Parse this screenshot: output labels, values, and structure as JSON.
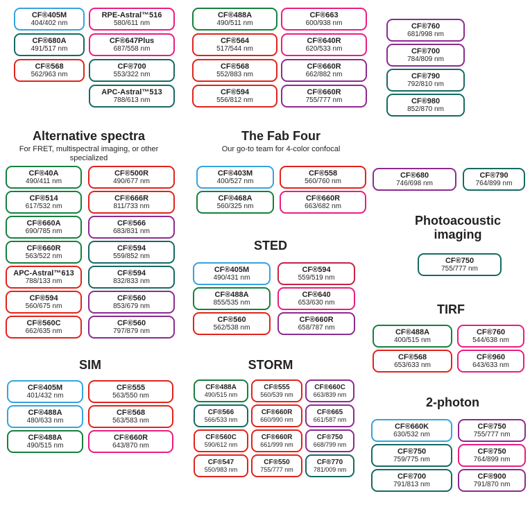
{
  "colors": {
    "blue": "#35a3dd",
    "teal": "#156a62",
    "green": "#15803d",
    "red": "#e0231c",
    "pink": "#ea1d7f",
    "purple": "#8c2a90",
    "crimson": "#c62245"
  },
  "top": {
    "col1": [
      {
        "name": "CF®405M",
        "value": "404/402 nm",
        "color": "blue"
      },
      {
        "name": "CF®680A",
        "value": "491/517 nm",
        "color": "teal"
      },
      {
        "name": "CF®568",
        "value": "562/963 nm",
        "color": "red"
      }
    ],
    "col2": [
      {
        "name": "RPE-Astral™516",
        "value": "580/611 nm",
        "color": "pink"
      },
      {
        "name": "CF®647Plus",
        "value": "687/558 nm",
        "color": "pink"
      },
      {
        "name": "CF®700",
        "value": "553/322 nm",
        "color": "teal"
      },
      {
        "name": "APC-Astral™513",
        "value": "788/613 nm",
        "color": "teal"
      }
    ],
    "col3": [
      {
        "name": "CF®488A",
        "value": "490/511 nm",
        "color": "green"
      },
      {
        "name": "CF®564",
        "value": "517/544 nm",
        "color": "red"
      },
      {
        "name": "CF®568",
        "value": "552/883 nm",
        "color": "red"
      },
      {
        "name": "CF®594",
        "value": "556/812 nm",
        "color": "red"
      }
    ],
    "col4": [
      {
        "name": "CF®663",
        "value": "600/938 nm",
        "color": "pink"
      },
      {
        "name": "CF®640R",
        "value": "620/533 nm",
        "color": "pink"
      },
      {
        "name": "CF®660R",
        "value": "662/882 nm",
        "color": "purple"
      },
      {
        "name": "CF®660R",
        "value": "755/777 nm",
        "color": "purple"
      }
    ],
    "col5": [
      {
        "name": "CF®760",
        "value": "681/998 nm",
        "color": "purple"
      },
      {
        "name": "CF®700",
        "value": "784/809 nm",
        "color": "purple"
      },
      {
        "name": "CF®790",
        "value": "792/810 nm",
        "color": "teal"
      },
      {
        "name": "CF®980",
        "value": "852/870 nm",
        "color": "teal"
      }
    ]
  },
  "alternative": {
    "title": "Alternative spectra",
    "subtitle": "For FRET, multispectral imaging, or other specialized",
    "left": [
      {
        "name": "CF®40A",
        "value": "490/411 nm",
        "color": "green"
      },
      {
        "name": "CF®514",
        "value": "617/532 nm",
        "color": "green"
      },
      {
        "name": "CF®660A",
        "value": "690/785 nm",
        "color": "green"
      },
      {
        "name": "CF®660R",
        "value": "563/522 nm",
        "color": "green"
      },
      {
        "name": "APC-Astral™613",
        "value": "788/133 nm",
        "color": "red"
      },
      {
        "name": "CF®594",
        "value": "560/675 nm",
        "color": "red"
      },
      {
        "name": "CF®560C",
        "value": "662/635 nm",
        "color": "red"
      }
    ],
    "right": [
      {
        "name": "CF®500R",
        "value": "490/677 nm",
        "color": "red"
      },
      {
        "name": "CF®666R",
        "value": "811/733 nm",
        "color": "red"
      },
      {
        "name": "CF®566",
        "value": "683/831 nm",
        "color": "purple"
      },
      {
        "name": "CF®594",
        "value": "559/852 nm",
        "color": "teal"
      },
      {
        "name": "CF®594",
        "value": "832/833 nm",
        "color": "teal"
      },
      {
        "name": "CF®560",
        "value": "853/679 nm",
        "color": "purple"
      },
      {
        "name": "CF®560",
        "value": "797/879 nm",
        "color": "purple"
      }
    ]
  },
  "fab_four": {
    "title": "The Fab Four",
    "subtitle": "Our go-to team for 4-color confocal",
    "left": [
      {
        "name": "CF®403M",
        "value": "400/527 nm",
        "color": "blue"
      },
      {
        "name": "CF®468A",
        "value": "560/325 nm",
        "color": "green"
      }
    ],
    "right": [
      {
        "name": "CF®558",
        "value": "560/760 nm",
        "color": "red"
      },
      {
        "name": "CF®660R",
        "value": "663/682 nm",
        "color": "pink"
      }
    ]
  },
  "nir_pair": {
    "left": [
      {
        "name": "CF®680",
        "value": "746/698 nm",
        "color": "purple"
      }
    ],
    "right": [
      {
        "name": "CF®790",
        "value": "764/899 nm",
        "color": "teal"
      }
    ]
  },
  "sted": {
    "title": "STED",
    "left": [
      {
        "name": "CF®405M",
        "value": "490/431 nm",
        "color": "blue"
      },
      {
        "name": "CF®488A",
        "value": "855/535 nm",
        "color": "green"
      },
      {
        "name": "CF®560",
        "value": "562/538 nm",
        "color": "red"
      }
    ],
    "right": [
      {
        "name": "CF®594",
        "value": "559/519 nm",
        "color": "crimson"
      },
      {
        "name": "CF®640",
        "value": "653/630 nm",
        "color": "pink"
      },
      {
        "name": "CF®660R",
        "value": "658/787 nm",
        "color": "purple"
      }
    ]
  },
  "photoacoustic": {
    "title": "Photoacoustic imaging",
    "badges": [
      {
        "name": "CF®750",
        "value": "755/777 nm",
        "color": "teal"
      }
    ]
  },
  "tirf": {
    "title": "TIRF",
    "left": [
      {
        "name": "CF®488A",
        "value": "400/515 nm",
        "color": "green"
      },
      {
        "name": "CF®568",
        "value": "653/633 nm",
        "color": "red"
      }
    ],
    "right": [
      {
        "name": "CF®760",
        "value": "544/638 nm",
        "color": "pink"
      },
      {
        "name": "CF®960",
        "value": "643/633 nm",
        "color": "pink"
      }
    ]
  },
  "sim": {
    "title": "SIM",
    "left": [
      {
        "name": "CF®405M",
        "value": "401/432 nm",
        "color": "blue"
      },
      {
        "name": "CF®488A",
        "value": "480/633 nm",
        "color": "blue"
      },
      {
        "name": "CF®488A",
        "value": "490/515 nm",
        "color": "green"
      }
    ],
    "right": [
      {
        "name": "CF®555",
        "value": "563/550 nm",
        "color": "red"
      },
      {
        "name": "CF®568",
        "value": "563/583 nm",
        "color": "red"
      },
      {
        "name": "CF®660R",
        "value": "643/870 nm",
        "color": "pink"
      }
    ]
  },
  "storm": {
    "title": "STORM",
    "col1": [
      {
        "name": "CF®488A",
        "value": "490/515 nm",
        "color": "green"
      },
      {
        "name": "CF®566",
        "value": "566/533 nm",
        "color": "teal"
      },
      {
        "name": "CF®560C",
        "value": "590/612 nm",
        "color": "red"
      },
      {
        "name": "CF®547",
        "value": "550/983 nm",
        "color": "red"
      }
    ],
    "col2": [
      {
        "name": "CF®555",
        "value": "560/539 nm",
        "color": "red"
      },
      {
        "name": "CF®660R",
        "value": "660/990 nm",
        "color": "red"
      },
      {
        "name": "CF®660R",
        "value": "661/999 nm",
        "color": "red"
      },
      {
        "name": "CF®550",
        "value": "755/777 nm",
        "color": "red"
      }
    ],
    "col3": [
      {
        "name": "CF®660C",
        "value": "663/839 nm",
        "color": "purple"
      },
      {
        "name": "CF®665",
        "value": "661/587 nm",
        "color": "purple"
      },
      {
        "name": "CF®750",
        "value": "668/799 nm",
        "color": "purple"
      },
      {
        "name": "CF®770",
        "value": "781/009 nm",
        "color": "teal"
      }
    ]
  },
  "two_photon": {
    "title": "2-photon",
    "left": [
      {
        "name": "CF®660K",
        "value": "630/532 nm",
        "color": "blue"
      },
      {
        "name": "CF®750",
        "value": "759/775 nm",
        "color": "teal"
      },
      {
        "name": "CF®700",
        "value": "791/813 nm",
        "color": "teal"
      }
    ],
    "right": [
      {
        "name": "CF®750",
        "value": "755/777 nm",
        "color": "purple"
      },
      {
        "name": "CF®750",
        "value": "764/899 nm",
        "color": "pink"
      },
      {
        "name": "CF®900",
        "value": "791/870 nm",
        "color": "purple"
      }
    ]
  }
}
